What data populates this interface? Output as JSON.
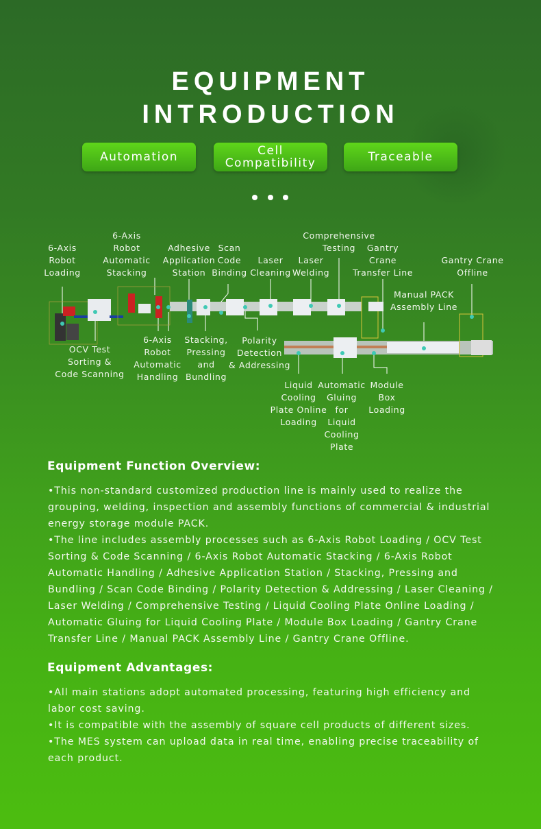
{
  "title": {
    "line1": "EQUIPMENT",
    "line2": "INTRODUCTION"
  },
  "features": [
    "Automation",
    "Cell\nCompatibility",
    "Traceable"
  ],
  "diagram_labels": {
    "robot_loading": "6-Axis\nRobot\nLoading",
    "robot_stacking": "6-Axis\nRobot\nAutomatic\nStacking",
    "adhesive": "Adhesive\nApplication\nStation",
    "scan_code": "Scan\nCode\nBinding",
    "laser_cleaning": "Laser\nCleaning",
    "laser_welding": "Laser\nWelding",
    "comprehensive": "Comprehensive\nTesting",
    "gantry_transfer": "Gantry\nCrane\nTransfer Line",
    "gantry_offline": "Gantry Crane\nOffline",
    "manual_pack": "Manual PACK\nAssembly Line",
    "ocv": "OCV Test\nSorting &\nCode Scanning",
    "robot_handling": "6-Axis\nRobot\nAutomatic\nHandling",
    "stacking": "Stacking,\nPressing\nand\nBundling",
    "polarity": "Polarity\nDetection\n& Addressing",
    "liquid_loading": "Liquid\nCooling\nPlate Online\nLoading",
    "gluing": "Automatic\nGluing\nfor\nLiquid\nCooling\nPlate",
    "module_box": "Module\nBox\nLoading"
  },
  "overview": {
    "heading": "Equipment Function Overview:",
    "paragraphs": [
      "•This non-standard customized production line is mainly used to realize the grouping, welding, inspection and assembly functions of commercial & industrial energy storage module PACK.",
      "•The line includes assembly processes such as 6-Axis Robot Loading / OCV Test Sorting & Code Scanning / 6-Axis Robot Automatic Stacking / 6-Axis Robot Automatic Handling / Adhesive Application Station / Stacking, Pressing and Bundling / Scan Code Binding / Polarity Detection & Addressing / Laser Cleaning / Laser Welding / Comprehensive Testing / Liquid Cooling Plate Online Loading / Automatic Gluing for Liquid Cooling Plate / Module Box Loading / Gantry Crane Transfer Line / Manual PACK Assembly Line / Gantry Crane Offline."
    ]
  },
  "advantages": {
    "heading": "Equipment Advantages:",
    "paragraphs": [
      "•All main stations adopt automated processing, featuring high efficiency and labor cost saving.",
      "•It is compatible with the assembly of square cell products of different sizes.",
      "•The MES system can upload data in real time, enabling precise traceability of each product."
    ]
  },
  "colors": {
    "marker": "#3fc9b4",
    "gantry": "#d9c43a"
  }
}
